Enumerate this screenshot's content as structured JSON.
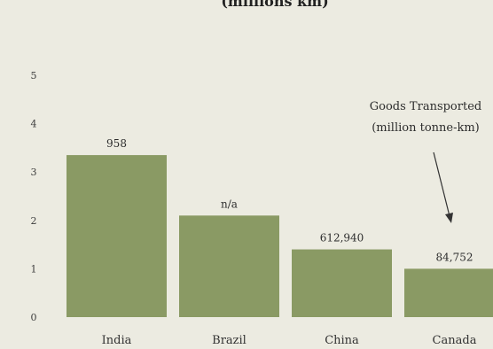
{
  "chart_data": {
    "type": "bar",
    "title": "(millions km)",
    "categories": [
      "India",
      "Brazil",
      "China",
      "Canada"
    ],
    "values": [
      3.35,
      2.1,
      1.4,
      1.0
    ],
    "data_labels": [
      "958",
      "n/a",
      "612,940",
      "84,752"
    ],
    "ylim": [
      0,
      5
    ],
    "yticks": [
      "0",
      "1",
      "2",
      "3",
      "4",
      "5"
    ],
    "grid": false,
    "annotation": {
      "lines": [
        "Goods Transported",
        "(million tonne-km)"
      ],
      "points_to": "Canada"
    }
  },
  "colors": {
    "background": "#ecebe1",
    "bar": "#8a9a64",
    "text": "#2d2d2d",
    "arrow": "#333333"
  }
}
